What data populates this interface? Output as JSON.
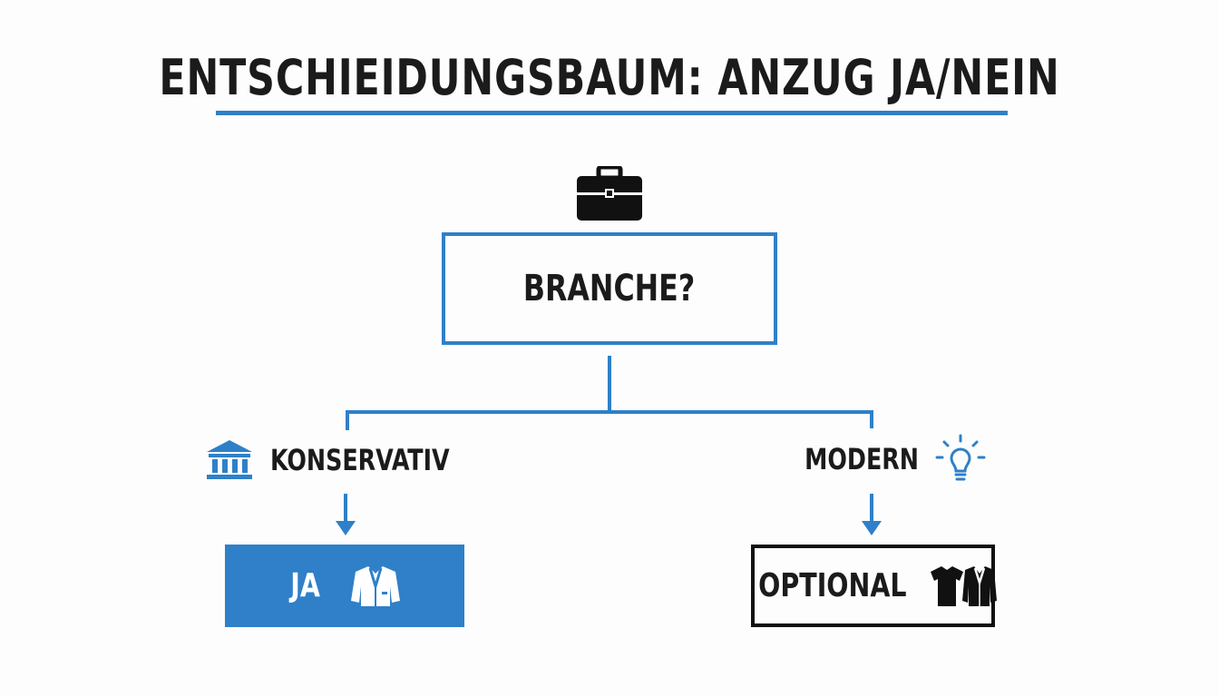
{
  "title": "ENTSCHIEIDUNGSBAUM: ANZUG JA/NEIN",
  "colors": {
    "accent": "#2f80c8",
    "text": "#1b1b1b",
    "background": "#fdfdfd"
  },
  "root": {
    "label": "BRANCHE?",
    "icon": "briefcase-icon"
  },
  "branches": {
    "left": {
      "label": "KONSERVATIV",
      "icon": "bank-building-icon"
    },
    "right": {
      "label": "MODERN",
      "icon": "lightbulb-icon"
    }
  },
  "results": {
    "left": {
      "label": "JA",
      "icon": "suit-jacket-icon"
    },
    "right": {
      "label": "OPTIONAL",
      "icon": "shirt-and-suit-icon"
    }
  }
}
